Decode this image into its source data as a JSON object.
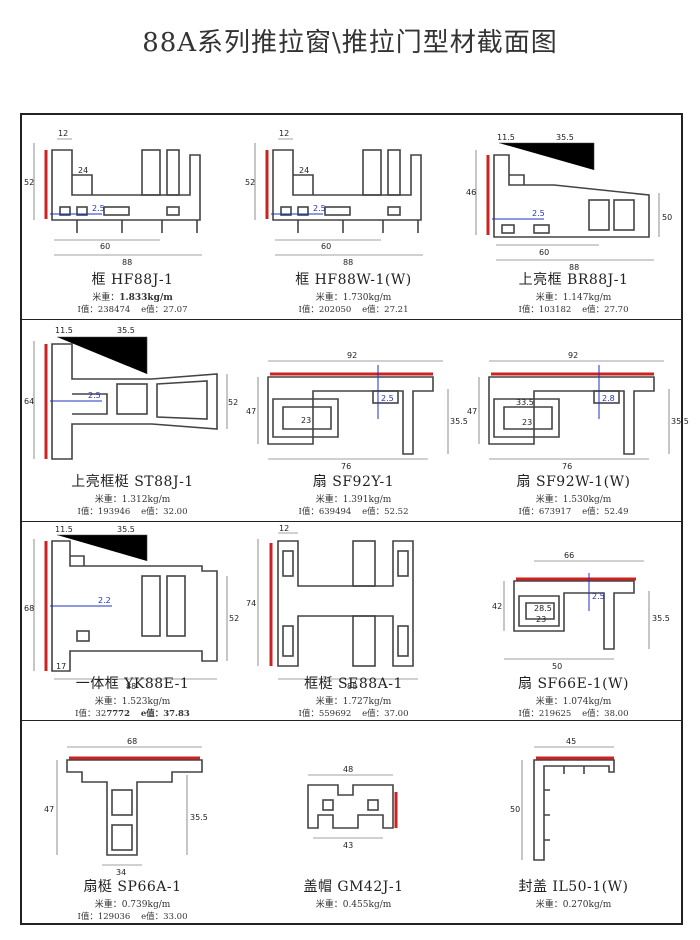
{
  "title": "88A系列推拉窗\\推拉门型材截面图",
  "colors": {
    "profile": "#444444",
    "seal": "#cc2222",
    "dimension": "#2233bb"
  },
  "rows": [
    [
      {
        "name": "框 HF88J-1",
        "weight": "米重：",
        "weight_value": "1.833kg/m",
        "code": "I值：238474",
        "evalue": "e值：27.07",
        "dims": [
          "12",
          "52",
          "24",
          "2.5",
          "60",
          "88"
        ]
      },
      {
        "name": "框 HF88W-1(W)",
        "weight": "米重：1.730kg/m",
        "code": "I值：202050",
        "evalue": "e值：27.21",
        "dims": [
          "12",
          "52",
          "24",
          "2.5",
          "60",
          "88"
        ]
      },
      {
        "name": "上亮框 BR88J-1",
        "weight": "米重：1.147kg/m",
        "code": "I值：103182",
        "evalue": "e值：27.70",
        "dims": [
          "11.5",
          "35.5",
          "46",
          "50",
          "2.5",
          "60",
          "88"
        ]
      }
    ],
    [
      {
        "name": "上亮框梃 ST88J-1",
        "weight": "米重：1.312kg/m",
        "code": "I值：193946",
        "evalue": "e值：32.00",
        "dims": [
          "11.5",
          "35.5",
          "64",
          "52",
          "2.5"
        ]
      },
      {
        "name": "扇 SF92Y-1",
        "weight": "米重：1.391kg/m",
        "code": "I值：639494",
        "evalue": "e值：52.52",
        "dims": [
          "92",
          "47",
          "23",
          "2.5",
          "35.5",
          "76"
        ]
      },
      {
        "name": "扇 SF92W-1(W)",
        "weight": "米重：1.530kg/m",
        "code": "I值：673917",
        "evalue": "e值：52.49",
        "dims": [
          "92",
          "47",
          "33.5",
          "23",
          "2.8",
          "35.5",
          "76"
        ]
      }
    ],
    [
      {
        "name": "一体框 YK88E-1",
        "weight": "米重：1.523kg/m",
        "code": "I值：32",
        "code_bold": "7772",
        "evalue": "e值：37.83",
        "dims": [
          "11.5",
          "35.5",
          "68",
          "2.2",
          "52",
          "17",
          "88"
        ]
      },
      {
        "name": "框梃 SE88A-1",
        "weight": "米重：1.727kg/m",
        "code": "I值：559692",
        "evalue": "e值：37.00",
        "dims": [
          "12",
          "74",
          "88"
        ]
      },
      {
        "name": "扇 SF66E-1(W)",
        "weight": "米重：1.074kg/m",
        "code": "I值：219625",
        "evalue": "e值：38.00",
        "dims": [
          "66",
          "42",
          "28.5",
          "23",
          "2.5",
          "35.5",
          "50"
        ]
      }
    ],
    [
      {
        "name": "扇梃 SP66A-1",
        "weight": "米重：0.739kg/m",
        "code": "I值：129036",
        "evalue": "e值：33.00",
        "dims": [
          "68",
          "47",
          "35.5",
          "34"
        ]
      },
      {
        "name": "盖帽 GM42J-1",
        "weight": "米重：0.455kg/m",
        "code": "",
        "evalue": "",
        "dims": [
          "48",
          "43"
        ]
      },
      {
        "name": "封盖 IL50-1(W)",
        "weight": "米重：0.270kg/m",
        "code": "",
        "evalue": "",
        "dims": [
          "45",
          "50"
        ]
      }
    ]
  ]
}
